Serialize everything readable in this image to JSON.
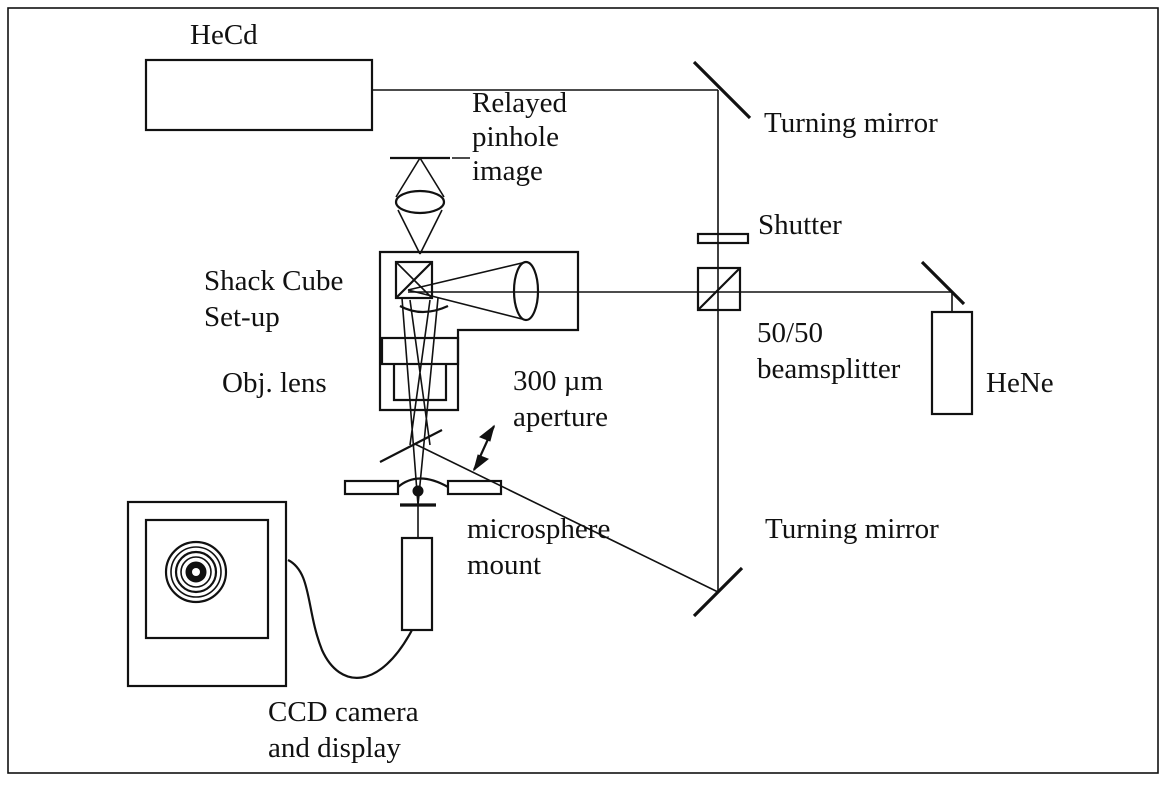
{
  "labels": {
    "hecd": "HeCd",
    "turning_mirror_top": "Turning mirror",
    "relayed_pinhole_1": "Relayed",
    "relayed_pinhole_2": "pinhole",
    "relayed_pinhole_3": "image",
    "shutter": "Shutter",
    "shack_cube_1": "Shack Cube",
    "shack_cube_2": "Set-up",
    "beamsplitter_1": "50/50",
    "beamsplitter_2": "beamsplitter",
    "obj_lens": "Obj. lens",
    "aperture_1": "300 µm",
    "aperture_2": "aperture",
    "hene": "HeNe",
    "turning_mirror_bottom": "Turning mirror",
    "microsphere_1": "microsphere",
    "microsphere_2": "mount",
    "ccd_1": "CCD camera",
    "ccd_2": "and display"
  }
}
